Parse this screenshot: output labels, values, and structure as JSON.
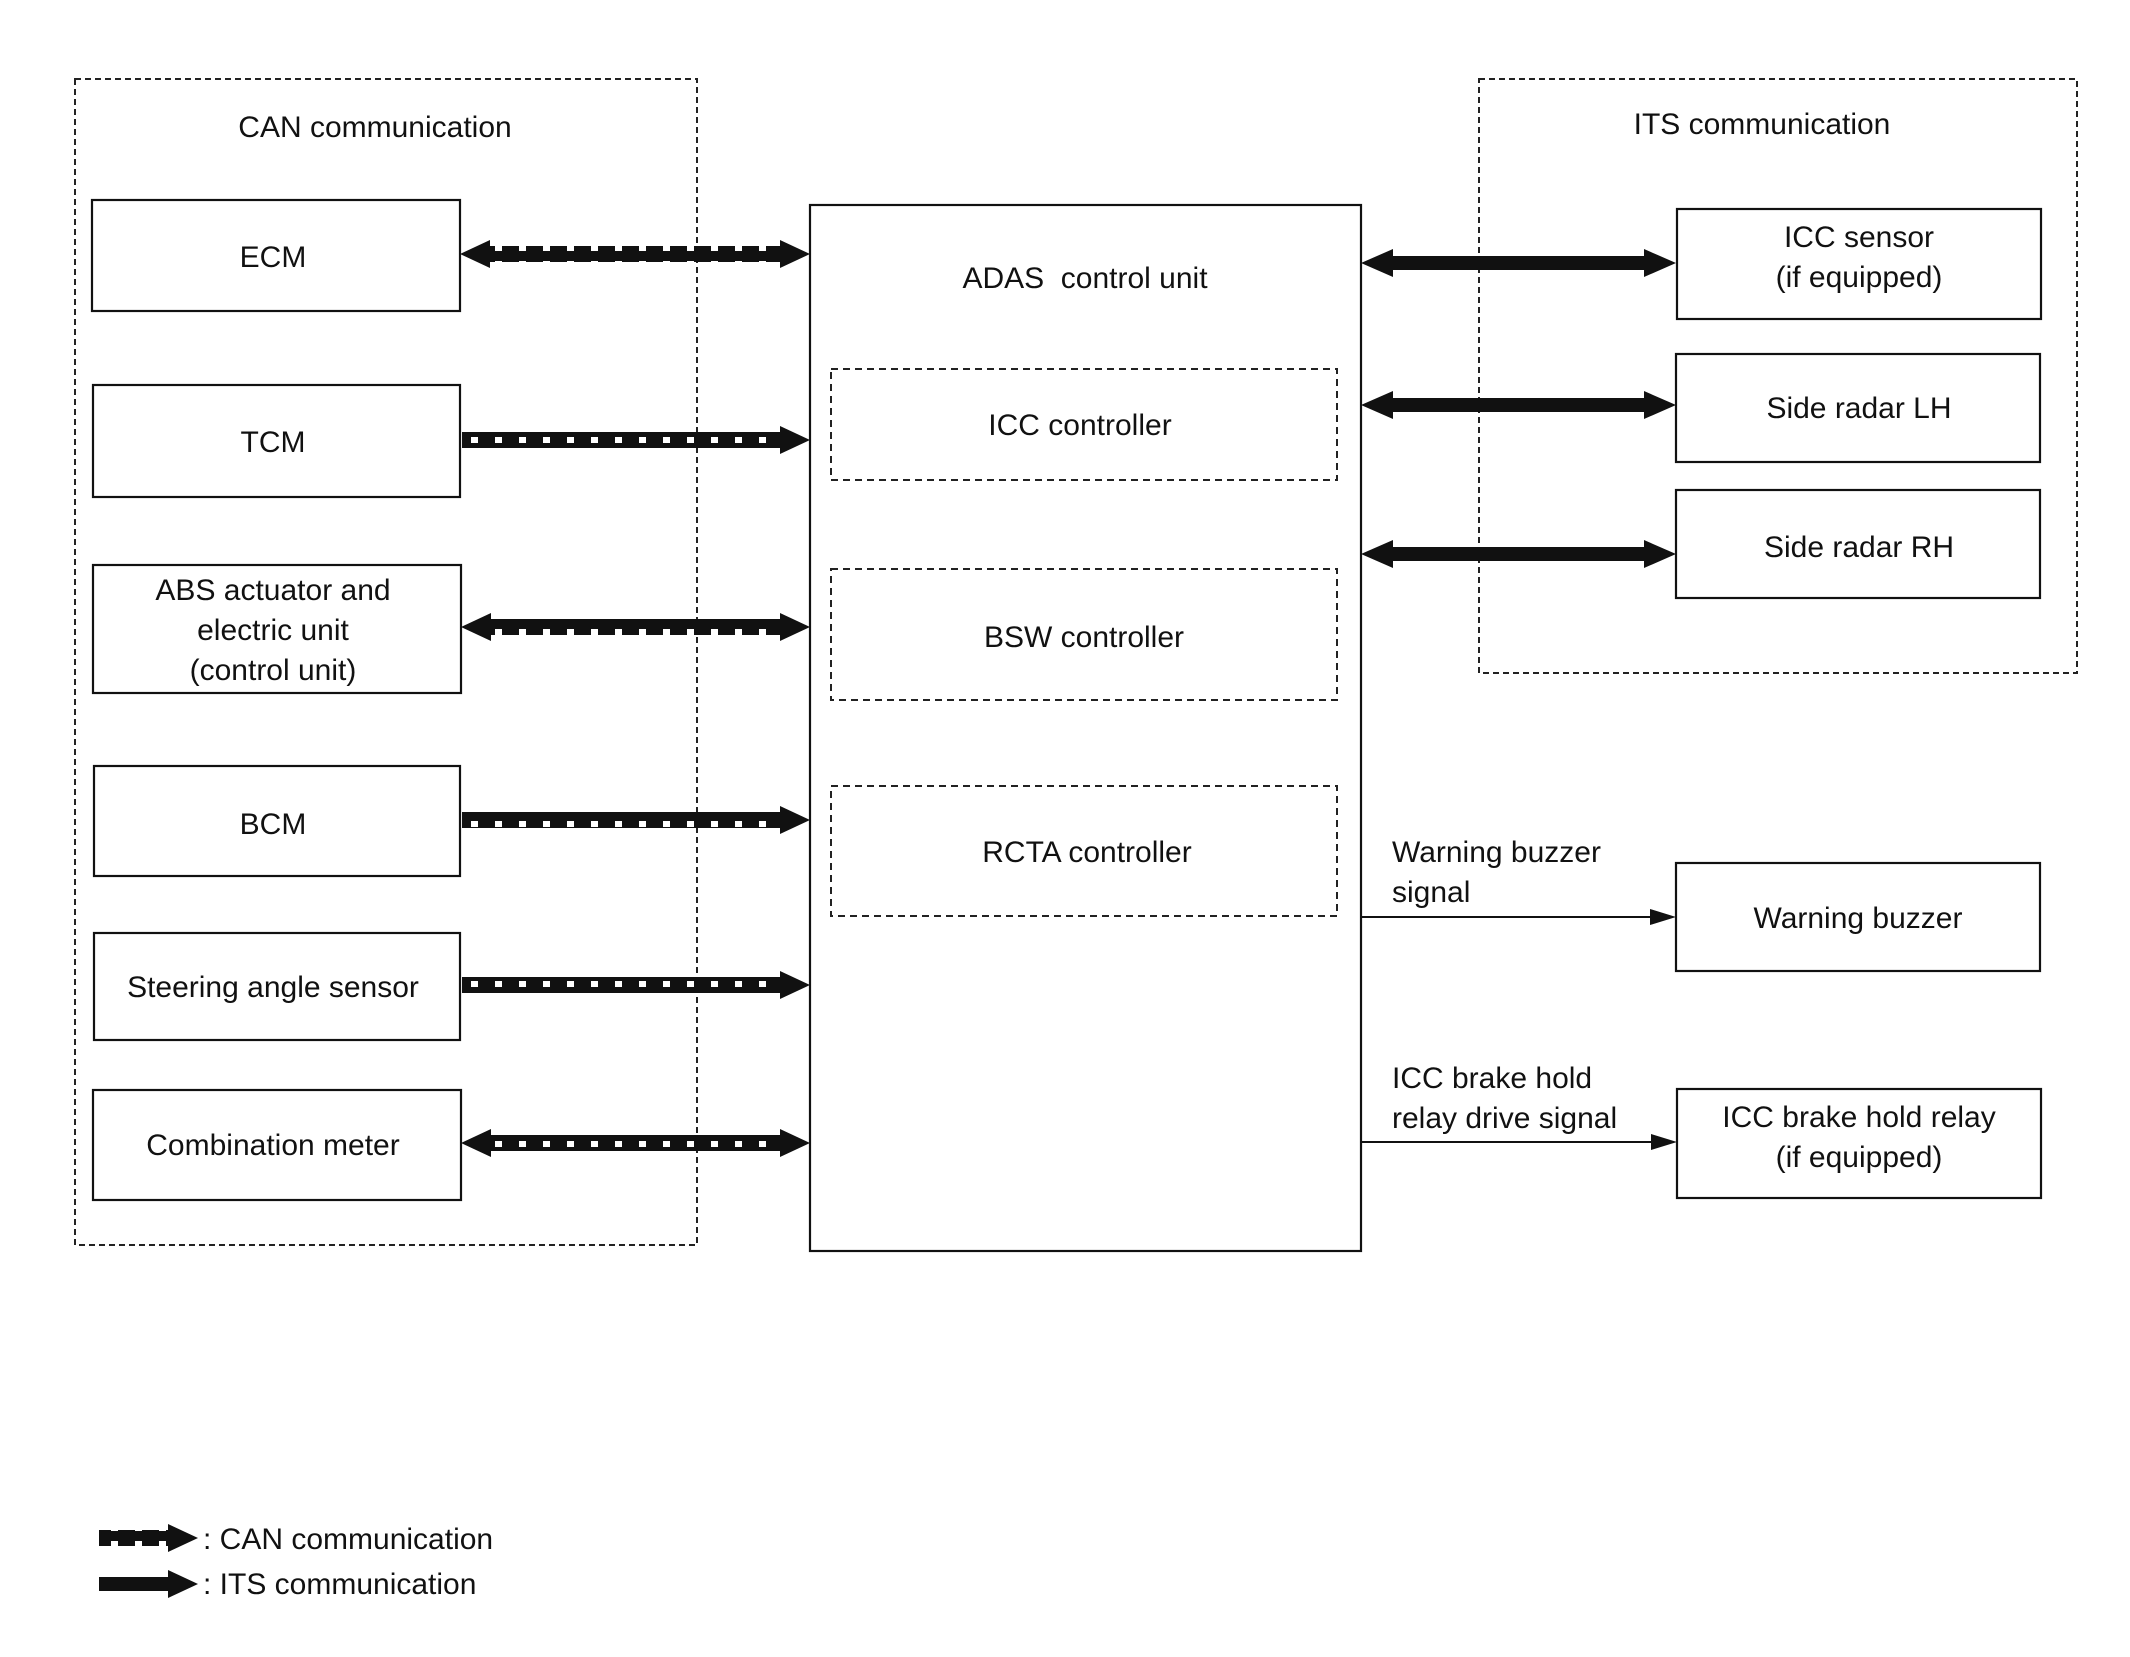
{
  "groups": {
    "can": {
      "label": "CAN communication"
    },
    "its": {
      "label": "ITS communication"
    }
  },
  "can_nodes": [
    {
      "id": "ecm",
      "lines": [
        "ECM"
      ],
      "direction": "bidirectional"
    },
    {
      "id": "tcm",
      "lines": [
        "TCM"
      ],
      "direction": "to-adas"
    },
    {
      "id": "abs",
      "lines": [
        "ABS actuator and",
        "electric unit",
        "(control unit)"
      ],
      "direction": "bidirectional"
    },
    {
      "id": "bcm",
      "lines": [
        "BCM"
      ],
      "direction": "to-adas"
    },
    {
      "id": "steering",
      "lines": [
        "Steering angle sensor"
      ],
      "direction": "to-adas"
    },
    {
      "id": "meter",
      "lines": [
        "Combination meter"
      ],
      "direction": "bidirectional"
    }
  ],
  "adas": {
    "title": "ADAS  control unit",
    "controllers": [
      "ICC controller",
      "BSW controller",
      "RCTA controller"
    ]
  },
  "its_nodes": [
    {
      "id": "icc-sensor",
      "lines": [
        "ICC sensor",
        "(if equipped)"
      ]
    },
    {
      "id": "side-radar-lh",
      "lines": [
        "Side radar LH"
      ]
    },
    {
      "id": "side-radar-rh",
      "lines": [
        "Side radar RH"
      ]
    }
  ],
  "outputs": [
    {
      "id": "warning-buzzer",
      "signal": [
        "Warning buzzer",
        "signal"
      ],
      "lines": [
        "Warning buzzer"
      ]
    },
    {
      "id": "brake-hold-relay",
      "signal": [
        "ICC brake hold",
        "relay drive signal"
      ],
      "lines": [
        "ICC brake hold relay",
        "(if equipped)"
      ]
    }
  ],
  "legend": {
    "can": ": CAN communication",
    "its": ": ITS communication"
  }
}
